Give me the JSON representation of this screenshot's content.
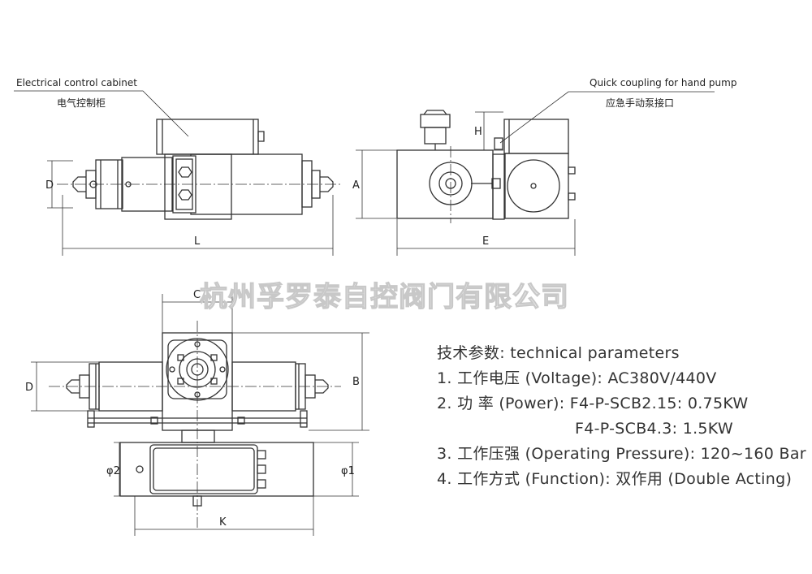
{
  "callouts": {
    "cabinet_en": "Electrical control cabinet",
    "cabinet_cn": "电气控制柜",
    "coupling_en": "Quick coupling for hand pump",
    "coupling_cn": "应急手动泵接口"
  },
  "dimensions": {
    "d_top": "D",
    "l": "L",
    "a": "A",
    "h": "H",
    "e": "E",
    "c": "C",
    "d_bottom": "D",
    "b": "B",
    "phi2": "φ2",
    "phi1": "φ1",
    "k": "K"
  },
  "watermark": "杭州孚罗泰自控阀门有限公司",
  "params": {
    "header": "技术参数: technical parameters",
    "line1": "1. 工作电压 (Voltage): AC380V/440V",
    "line2": "2. 功 率 (Power): F4-P-SCB2.15: 0.75KW",
    "line2b": "F4-P-SCB4.3: 1.5KW",
    "line3": "3. 工作压强 (Operating Pressure): 120~160 Bar",
    "line4": "4. 工作方式 (Function): 双作用 (Double Acting)"
  }
}
